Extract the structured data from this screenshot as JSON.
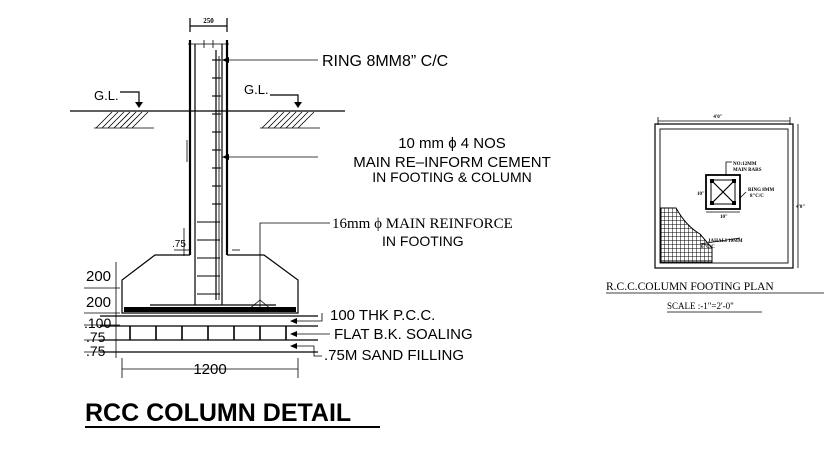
{
  "left_detail": {
    "top_dim": "250",
    "ring_label": "RING  8MM8”  C/C",
    "gl_left": "G.L.",
    "gl_right": "G.L.",
    "bars_line1": "10  mm  ϕ 4 NOS",
    "bars_line2": "MAIN  RE–INFORM  CEMENT",
    "bars_line3": "IN FOOTING & COLUMN",
    "footing_line1": "16mm ϕ MAIN REINFORCE",
    "footing_line2": "IN FOOTING",
    "dim_75_side": ".75",
    "dim_200_a": "200",
    "dim_200_b": "200",
    "dim_100": ".100",
    "dim_75_a": ".75",
    "dim_75_b": ".75",
    "pcc_label": "100 THK P.C.C.",
    "soaling_label": "FLAT B.K. SOALING",
    "sand_label": ".75M  SAND FILLING",
    "width_dim": "1200",
    "title": "RCC COLUMN DETAIL"
  },
  "plan": {
    "top_dim": "4'0\"",
    "side_dim": "4'0\"",
    "main_bars_line1": "NO:12MM",
    "main_bars_line2": "MAIN BARS",
    "ring_line1": "RING 8MM",
    "ring_line2": "8\"C/C",
    "col_dim_left": "10\"",
    "col_dim_bottom": "10\"",
    "jahali_line1": "JAHALI 10MM",
    "jahali_line2": "6\"C/C",
    "title": "R.C.C.COLUMN FOOTING PLAN",
    "scale": "SCALE :-1\"=2'-0\""
  }
}
